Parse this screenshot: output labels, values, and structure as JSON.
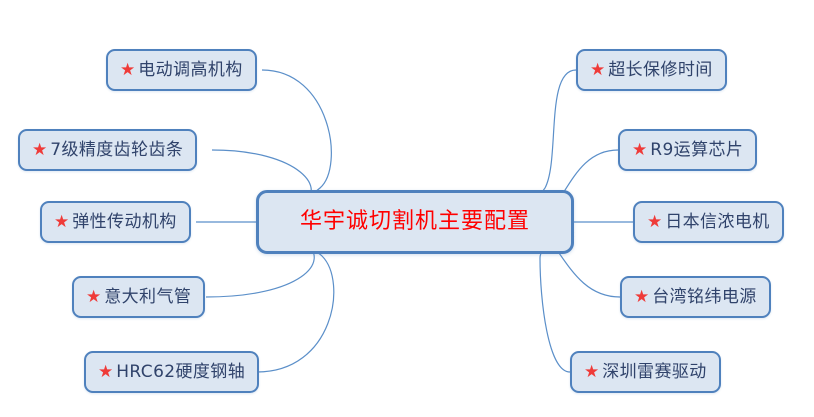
{
  "diagram": {
    "type": "mind-map",
    "background_color": "#ffffff",
    "node_fill_color": "#dce6f2",
    "node_border_color": "#4f81bd",
    "connector_color": "#5b8fc9",
    "star_color": "#ef3b39",
    "central_text_color": "#ff0000",
    "leaf_text_color": "#30436b",
    "central": {
      "text": "华宇诚切割机主要配置",
      "icon": "none"
    },
    "branches_left": [
      {
        "icon": "star-icon",
        "text": "电动调高机构"
      },
      {
        "icon": "star-icon",
        "text": "7级精度齿轮齿条"
      },
      {
        "icon": "star-icon",
        "text": "弹性传动机构"
      },
      {
        "icon": "star-icon",
        "text": "意大利气管"
      },
      {
        "icon": "star-icon",
        "text": "HRC62硬度钢轴"
      }
    ],
    "branches_right": [
      {
        "icon": "star-icon",
        "text": "超长保修时间"
      },
      {
        "icon": "star-icon",
        "text": "R9运算芯片"
      },
      {
        "icon": "star-icon",
        "text": "日本信浓电机"
      },
      {
        "icon": "star-icon",
        "text": "台湾铭纬电源"
      },
      {
        "icon": "star-icon",
        "text": "深圳雷赛驱动"
      }
    ],
    "star_glyph": "★"
  }
}
